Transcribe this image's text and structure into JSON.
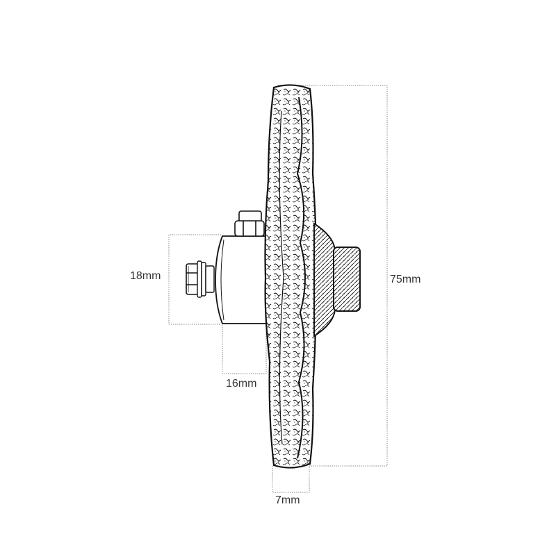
{
  "dimensions": {
    "shank_height": "18mm",
    "shank_length": "16mm",
    "wheel_diameter": "75mm",
    "wheel_width": "7mm"
  },
  "colors": {
    "line": "#111111",
    "dim_line": "#888888",
    "text": "#333333",
    "background": "#ffffff"
  }
}
